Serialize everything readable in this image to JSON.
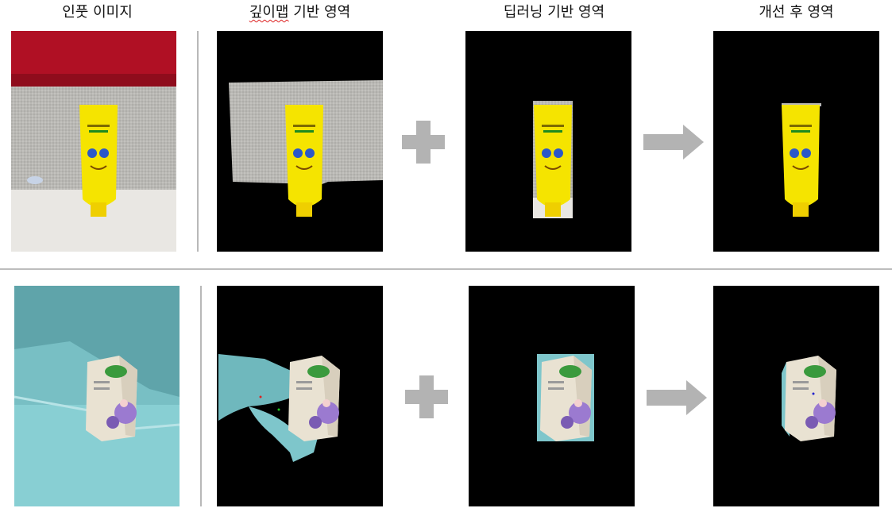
{
  "headers": {
    "input": "인풋 이미지",
    "depth_prefix": "깊이맵",
    "depth_suffix": " 기반 영역",
    "deep_learning": "딥러닝 기반 영역",
    "improved": "개선 후 영역"
  },
  "operators": {
    "plus": "plus-icon",
    "arrow": "right-arrow-icon"
  },
  "colors": {
    "panel_background": "#000000",
    "operator_gray": "#b3b3b3",
    "divider_gray": "#bdbdbd",
    "tube_yellow": "#f5e400",
    "sofa_red": "#b01024",
    "fabric_gray": "#b9b8b4",
    "wall_teal": "#7fc7cc"
  }
}
